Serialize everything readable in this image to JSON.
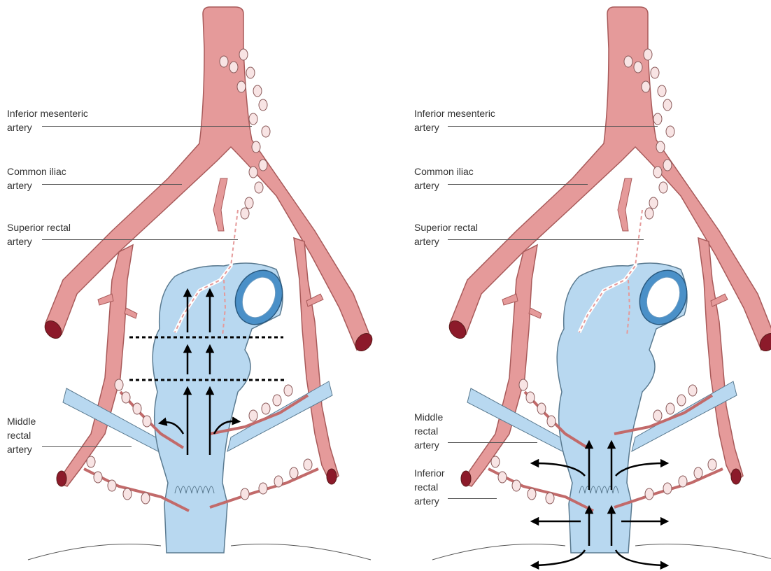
{
  "left_panel": {
    "labels": {
      "inferior_mesenteric": "Inferior mesenteric\nartery",
      "common_iliac": "Common iliac\nartery",
      "superior_rectal": "Superior rectal\nartery",
      "middle_rectal": "Middle\nrectal\nartery"
    }
  },
  "right_panel": {
    "labels": {
      "inferior_mesenteric": "Inferior mesenteric\nartery",
      "common_iliac": "Common iliac\nartery",
      "superior_rectal": "Superior rectal\nartery",
      "middle_rectal": "Middle\nrectal\nartery",
      "inferior_rectal": "Inferior\nrectal\nartery"
    }
  },
  "colors": {
    "artery": "#e59a9a",
    "artery_outline": "#a85a5a",
    "artery_lumen": "#8c1a2a",
    "rectum": "#b8d8f0",
    "rectum_outline": "#5a7a90",
    "lymph_node": "#f8e4e4",
    "arrow": "#000000"
  }
}
